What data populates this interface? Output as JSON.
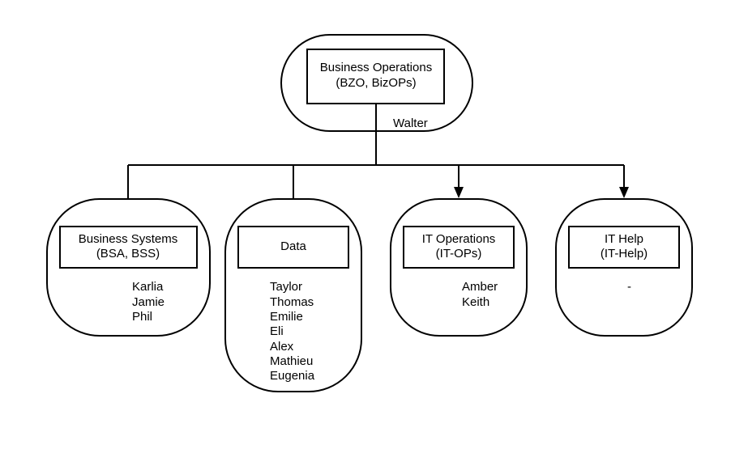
{
  "root": {
    "title_line1": "Business Operations",
    "title_line2": "(BZO, BizOPs)",
    "lead": "Walter"
  },
  "teams": [
    {
      "title_line1": "Business Systems",
      "title_line2": "(BSA, BSS)",
      "members": [
        "Karlia",
        "Jamie",
        "Phil"
      ]
    },
    {
      "title_line1": "Data",
      "title_line2": "",
      "members": [
        "Taylor",
        "Thomas",
        "Emilie",
        "Eli",
        "Alex",
        "Mathieu",
        "Eugenia"
      ]
    },
    {
      "title_line1": "IT Operations",
      "title_line2": "(IT-OPs)",
      "members": [
        "Amber",
        "Keith"
      ]
    },
    {
      "title_line1": "IT Help",
      "title_line2": "(IT-Help)",
      "members": [
        "-"
      ]
    }
  ]
}
